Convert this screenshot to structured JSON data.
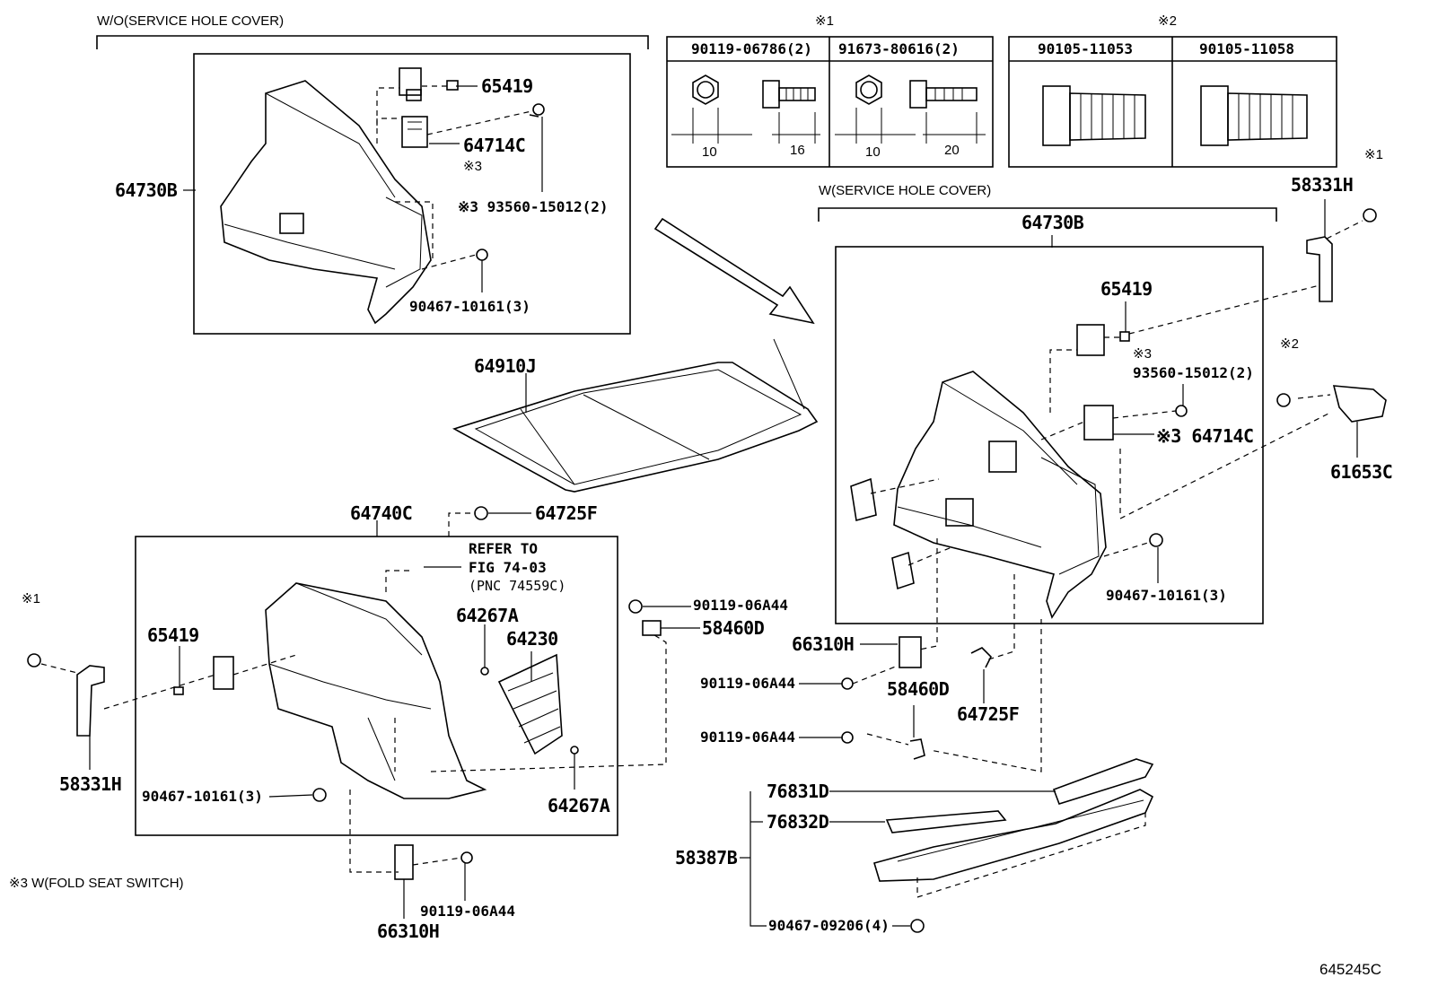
{
  "headers": {
    "wo_service_hole": "W/O(SERVICE HOLE COVER)",
    "w_service_hole": "W(SERVICE HOLE COVER)",
    "note3": "※3 W(FOLD SEAT SWITCH)",
    "mark1": "※1",
    "mark2": "※2",
    "mark3": "※3",
    "figure_id": "645245C"
  },
  "bolt_tables": {
    "t1": [
      "90119-06786(2)",
      "91673-80616(2)"
    ],
    "t2": [
      "90105-11053",
      "90105-11058"
    ],
    "dims": [
      "10",
      "16",
      "10",
      "20"
    ]
  },
  "refer": {
    "line1": "REFER TO",
    "line2": "FIG 74-03",
    "line3": "(PNC 74559C)"
  },
  "labels": {
    "p64730B_left": "64730B",
    "p65419_top": "65419",
    "p64714C_top": "64714C",
    "p93560_top": "※3 93560-15012(2)",
    "p90467_top": "90467-10161(3)",
    "p64910J": "64910J",
    "p64740C": "64740C",
    "p64725F_top": "64725F",
    "p65419_left": "65419",
    "p64267A_a": "64267A",
    "p64230": "64230",
    "p64267A_b": "64267A",
    "p90467_left": "90467-10161(3)",
    "p58331H_left": "58331H",
    "p90119_mid": "90119-06A44",
    "p58460D_mid": "58460D",
    "p90119_bottom": "90119-06A44",
    "p66310H_bottom": "66310H",
    "p64730B_right": "64730B",
    "p65419_right": "65419",
    "p93560_right": "93560-15012(2)",
    "p64714C_right": "※3 64714C",
    "p90467_right": "90467-10161(3)",
    "p58331H_right": "58331H",
    "p61653C": "61653C",
    "p66310H_right": "66310H",
    "p90119_r1": "90119-06A44",
    "p58460D_right": "58460D",
    "p90119_r2": "90119-06A44",
    "p64725F_right": "64725F",
    "p76831D": "76831D",
    "p76832D": "76832D",
    "p58387B": "58387B",
    "p90467_bottom": "90467-09206(4)"
  }
}
